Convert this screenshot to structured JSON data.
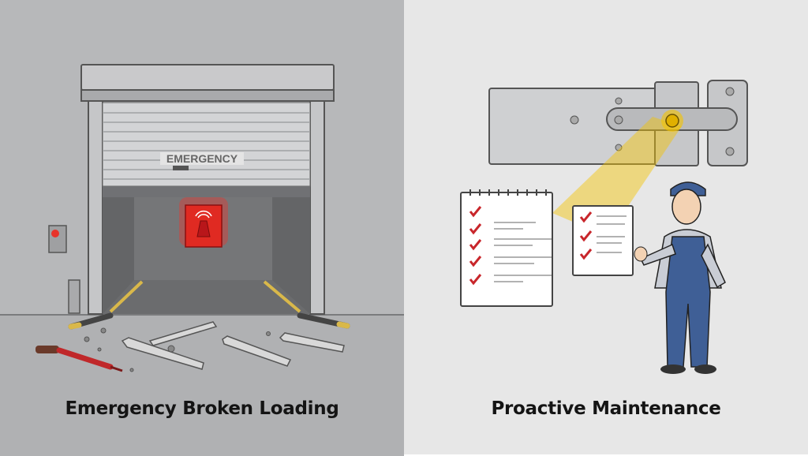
{
  "left_panel": {
    "caption": "Emergency Broken Loading",
    "door_sign": "EMERGENCY",
    "colors": {
      "background": "#b7b8ba",
      "alarm": "#e02a22",
      "tape": "#d9b84a"
    }
  },
  "right_panel": {
    "caption": "Proactive Maintenance",
    "colors": {
      "background": "#e7e7e7",
      "highlight": "#f5c400",
      "checkmark": "#c8262b",
      "overalls": "#3f5f96"
    }
  }
}
